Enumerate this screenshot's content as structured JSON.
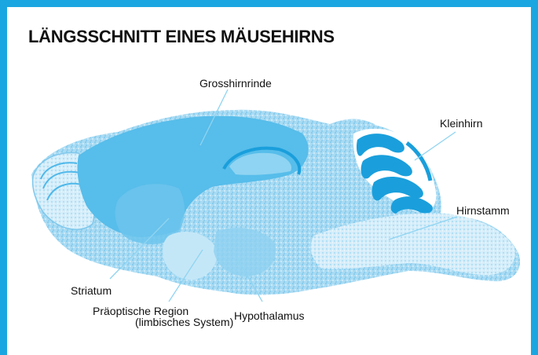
{
  "title": "LÄNGSSCHNITT EINES MÄUSEHIRNS",
  "colors": {
    "frame": "#1aa6e0",
    "tissue_light": "#bfe3f5",
    "tissue_mid": "#7fc8ec",
    "cortex": "#4fb8ea",
    "cerebellum": "#1a9fdc",
    "leader_line": "#8fd4f2"
  },
  "labels": {
    "cortex": "Grosshirnrinde",
    "cerebellum": "Kleinhirn",
    "brainstem": "Hirnstamm",
    "striatum": "Striatum",
    "preoptic_line1": "Präoptische Region",
    "preoptic_line2": "(limbisches System)",
    "hypothalamus": "Hypothalamus"
  }
}
